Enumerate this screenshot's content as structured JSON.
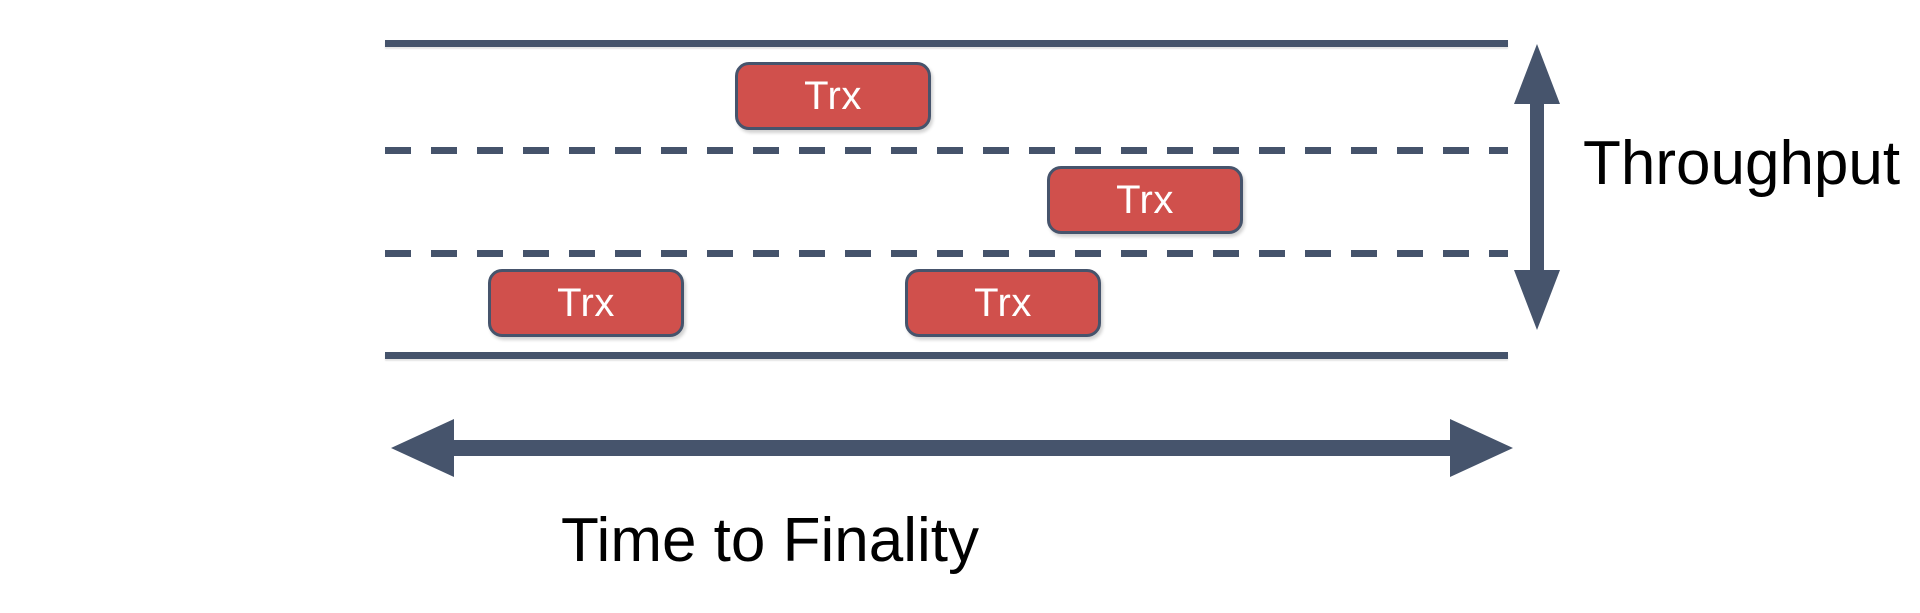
{
  "diagram": {
    "title_visible": false,
    "colors": {
      "line": "#45536B",
      "block_fill": "#D0504C",
      "block_border": "#46546C",
      "block_text": "#FFFFFF",
      "label_text": "#000000",
      "background": "#FFFFFF"
    },
    "channel": {
      "name": "throughput-channel",
      "boundaries": [
        {
          "style": "solid",
          "position": "top"
        },
        {
          "style": "dashed",
          "position": "upper-middle"
        },
        {
          "style": "dashed",
          "position": "lower-middle"
        },
        {
          "style": "solid",
          "position": "bottom"
        }
      ],
      "lane_count": 3
    },
    "blocks": [
      {
        "label": "Trx",
        "lane": 1,
        "order": 1
      },
      {
        "label": "Trx",
        "lane": 2,
        "order": 2
      },
      {
        "label": "Trx",
        "lane": 3,
        "order": 3
      },
      {
        "label": "Trx",
        "lane": 3,
        "order": 4
      }
    ],
    "vertical_axis": {
      "label": "Throughput",
      "arrow": "double-headed-vertical",
      "icon": "double-arrow-vertical-icon"
    },
    "horizontal_axis": {
      "label": "Time to Finality",
      "arrow": "double-headed-horizontal",
      "icon": "double-arrow-horizontal-icon"
    }
  }
}
